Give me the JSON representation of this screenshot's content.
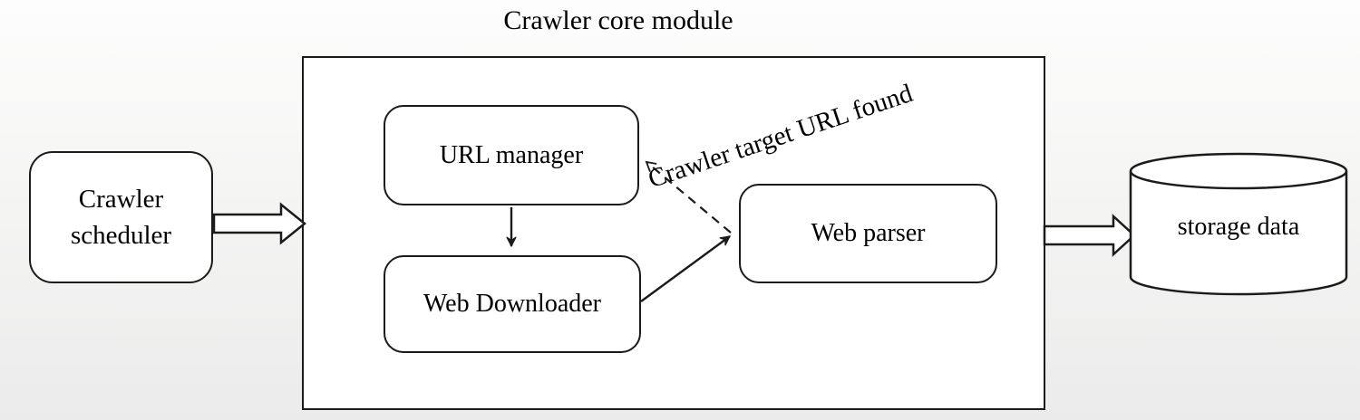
{
  "title": "Crawler core module",
  "nodes": {
    "scheduler": {
      "label": "Crawler scheduler",
      "shape": "rounded-rect"
    },
    "url_manager": {
      "label": "URL manager",
      "shape": "rounded-rect"
    },
    "web_downloader": {
      "label": "Web Downloader",
      "shape": "rounded-rect"
    },
    "web_parser": {
      "label": "Web parser",
      "shape": "rounded-rect"
    },
    "storage": {
      "label": "storage data",
      "shape": "cylinder"
    }
  },
  "edges": [
    {
      "from": "crawler-scheduler",
      "to": "crawler-core-module",
      "style": "block-arrow",
      "label": ""
    },
    {
      "from": "url-manager",
      "to": "web-downloader",
      "style": "solid-arrow",
      "label": ""
    },
    {
      "from": "web-downloader",
      "to": "web-parser",
      "style": "solid-arrow",
      "label": ""
    },
    {
      "from": "web-parser",
      "to": "url-manager",
      "style": "dashed-arrow",
      "label": "Crawler target URL found"
    },
    {
      "from": "crawler-core-module",
      "to": "storage-data",
      "style": "block-arrow",
      "label": ""
    }
  ],
  "colors": {
    "stroke": "#1b1b1b",
    "node_fill": "#ffffff",
    "text": "#000000",
    "background_top": "#fdfdfd",
    "background_bottom": "#ebebeb"
  }
}
